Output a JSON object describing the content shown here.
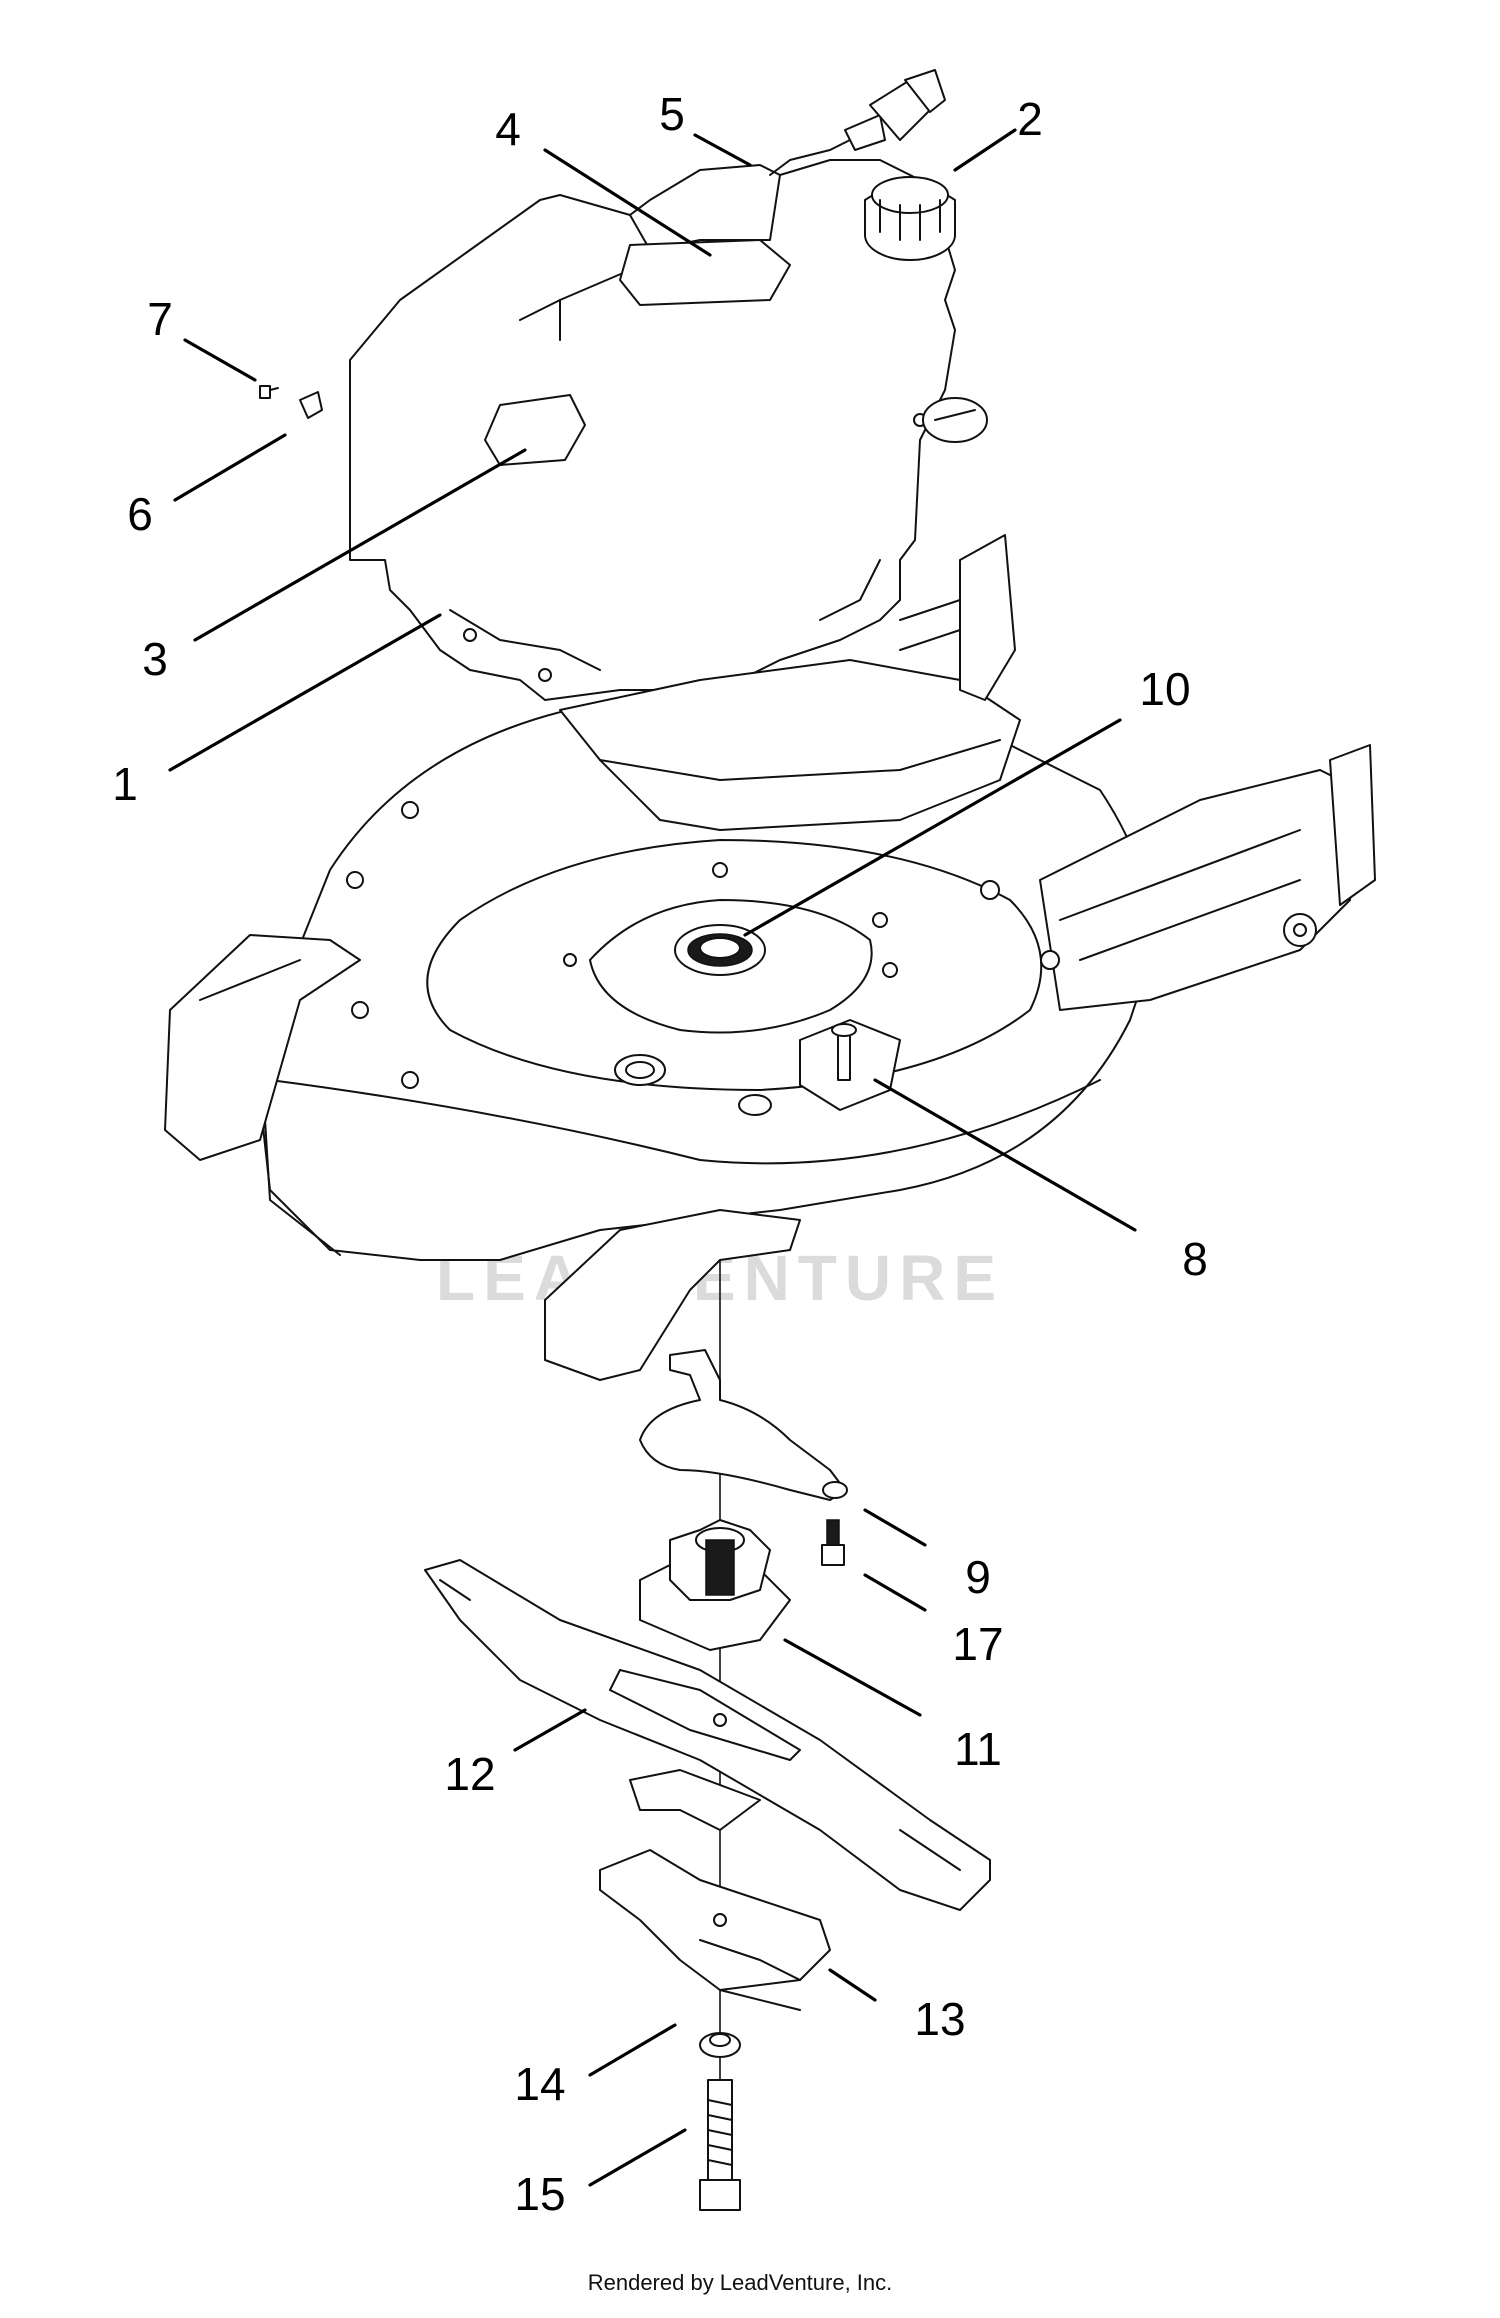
{
  "diagram": {
    "callouts": [
      {
        "id": "c1",
        "label": "1"
      },
      {
        "id": "c2",
        "label": "2"
      },
      {
        "id": "c3",
        "label": "3"
      },
      {
        "id": "c4",
        "label": "4"
      },
      {
        "id": "c5",
        "label": "5"
      },
      {
        "id": "c6",
        "label": "6"
      },
      {
        "id": "c7",
        "label": "7"
      },
      {
        "id": "c8",
        "label": "8"
      },
      {
        "id": "c9",
        "label": "9"
      },
      {
        "id": "c10",
        "label": "10"
      },
      {
        "id": "c11",
        "label": "11"
      },
      {
        "id": "c12",
        "label": "12"
      },
      {
        "id": "c13",
        "label": "13"
      },
      {
        "id": "c14",
        "label": "14"
      },
      {
        "id": "c15",
        "label": "15"
      },
      {
        "id": "c17",
        "label": "17"
      }
    ],
    "watermark": "LEADVENTURE",
    "credit": "Rendered by LeadVenture, Inc."
  }
}
